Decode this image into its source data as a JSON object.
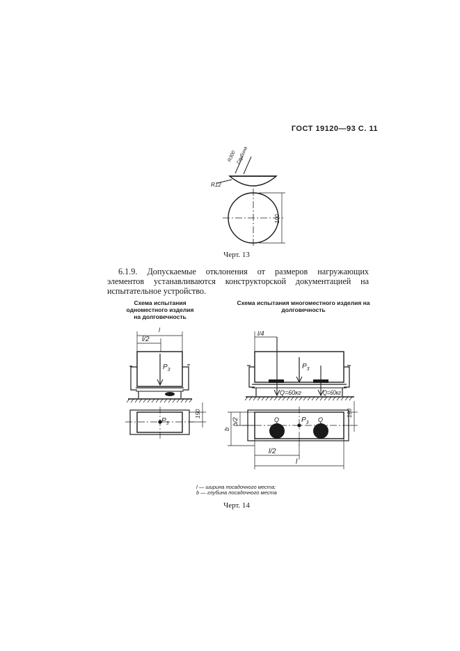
{
  "header": {
    "text": "ГОСТ 19120—93 С. 11"
  },
  "figure13": {
    "caption": "Черт. 13",
    "labels": {
      "r300": "R300",
      "r12": "R12",
      "dim30": "Глубина",
      "dim100": "100"
    }
  },
  "paragraph": {
    "text": "6.1.9. Допускаемые отклонения от размеров нагружающих элементов устанавливаются конструкторской документацией на испытательное устройство."
  },
  "figure14": {
    "left_title": "Схема испытания одноместного изделия на долговечность",
    "right_title": "Схема испытания многоместного изделия на долговечность",
    "left_labels": {
      "l": "l",
      "l_half": "l/2",
      "p3_top": "P",
      "p3_top_sub": "3",
      "p3_plan": "P",
      "p3_plan_sub": "3",
      "dim150": "150"
    },
    "right_labels": {
      "l_quarter": "l/4",
      "p3_top": "P",
      "p3_top_sub": "3",
      "q1": "Q=60кг",
      "q2": "Q=60кг",
      "dim180": "180",
      "b_half": "b/2",
      "b": "b",
      "qa": "Q",
      "qb": "Q",
      "p3_plan": "P",
      "p3_plan_sub": "3",
      "l_half": "l/2",
      "l": "l"
    },
    "legend": [
      "l — ширина посадочного места;",
      "b — глубина посадочного места"
    ],
    "caption": "Черт. 14"
  }
}
